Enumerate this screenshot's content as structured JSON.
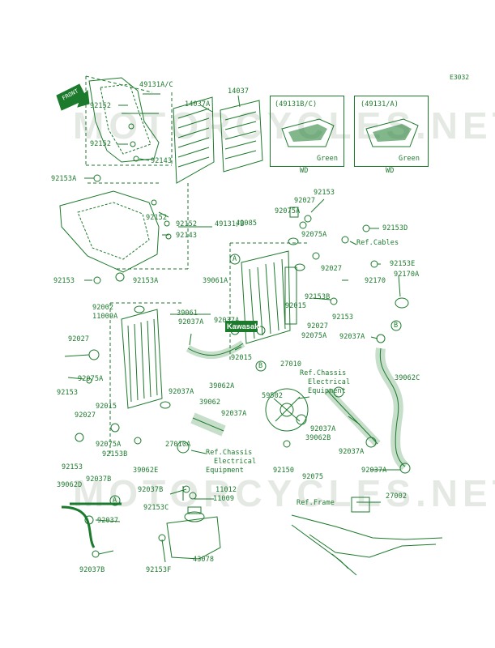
{
  "diagram_code": "E3032",
  "watermarks": [
    "MOTORCYCLES.NET",
    "MOTORCYCLES.NET"
  ],
  "colors": {
    "line": "#1c7a2c",
    "label": "#1c7a2c",
    "watermark": "#cfd8cf"
  },
  "front_arrow": "FRONT",
  "brand_logo": "Kawasaki",
  "insets": {
    "left_title": "(49131B/C)",
    "left_green": "Green",
    "left_wd": "WD",
    "right_title": "(49131/A)",
    "right_green": "Green",
    "right_wd": "WD"
  },
  "parts": {
    "p49131AC": "49131A/C",
    "p92152a": "92152",
    "p92152b": "92152",
    "p92143a": "92143",
    "p14037A": "14037A",
    "p14037": "14037",
    "p92153A_a": "92153A",
    "p92152c": "92152",
    "p92152d": "92152",
    "p49131B": "49131/B",
    "p92143b": "92143",
    "p92153a": "92153",
    "p92153A_b": "92153A",
    "p92153b": "92153",
    "p92027a": "92027",
    "p92075Aa": "92075A",
    "p92153Ds": "92153D",
    "p49085": "49085",
    "p92075Ab": "92075A",
    "refCables": "Ref.Cables",
    "p92153E": "92153E",
    "p39061A": "39061A",
    "p92027b": "92027",
    "p92170": "92170",
    "p92170A": "92170A",
    "p92153B_a": "92153B",
    "p92153c": "92153",
    "p92002": "92002",
    "p11009A": "11009A",
    "p39061": "39061",
    "p92037A_a": "92037A",
    "p92037A_b": "92037A",
    "p92015a": "92015",
    "p92027c": "92027",
    "p92075Ac": "92075A",
    "p92037A_c": "92037A",
    "p92015b": "92015",
    "p27010": "27010",
    "refChassis1": "Ref.Chassis",
    "refChassis1b": "Electrical",
    "refChassis1c": "Equipment",
    "p39062C": "39062C",
    "p92027d": "92027",
    "p92075Ad": "92075A",
    "p92153d": "92153",
    "p39062A": "39062A",
    "p92037A_d": "92037A",
    "p59502": "59502",
    "p39062": "39062",
    "p92015c": "92015",
    "p92027e": "92027",
    "p92037A_e": "92037A",
    "p92037A_f": "92037A",
    "p39062B": "39062B",
    "p92075Ae": "92075A",
    "p27010A": "27010A",
    "refChassis2": "Ref.Chassis",
    "refChassis2b": "Electrical",
    "refChassis2c": "Equipment",
    "p92153Bb": "92153B",
    "p92153e": "92153",
    "p92150": "92150",
    "p92075": "92075",
    "p92037A_g": "92037A",
    "p39062E": "39062E",
    "p39062D": "39062D",
    "p92037B_a": "92037B",
    "p92037B_b": "92037B",
    "p11012": "11012",
    "p11009": "11009",
    "p27002": "27002",
    "refFrame": "Ref.Frame",
    "p92037": "92037",
    "p92153C": "92153C",
    "p92037B_c": "92037B",
    "p92153F": "92153F",
    "p43078": "43078"
  }
}
